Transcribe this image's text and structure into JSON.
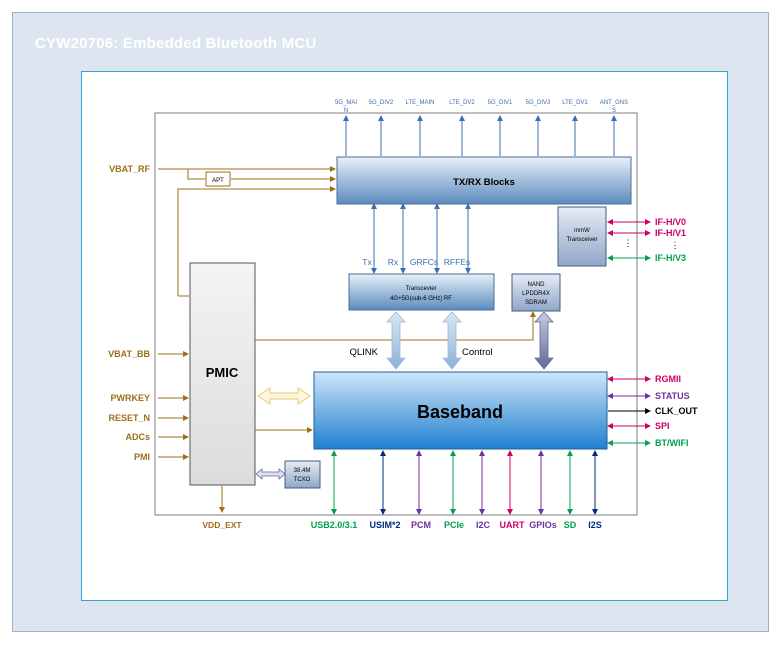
{
  "title": "CYW20706: Embedded Bluetooth MCU",
  "antenna_ports": [
    "5G_MAIN",
    "5G_DIV2",
    "LTE_MAIN",
    "LTE_DV2",
    "5G_DIV1",
    "5G_DIV3",
    "LTE_DV1",
    "ANT_GNSS"
  ],
  "blocks": {
    "txrx": "TX/RX Blocks",
    "apt": "APT",
    "mmw": [
      "mmW",
      "Transceiver"
    ],
    "transceiver": [
      "Transcevier",
      "4G+5G(sub-6 GHz) RF"
    ],
    "nand": [
      "NAND",
      "LPDDR4X",
      "SDRAM"
    ],
    "pmic": "PMIC",
    "baseband": "Baseband",
    "tcxo": [
      "38.4M",
      "TCXO"
    ]
  },
  "rf_signals": [
    "Tx",
    "Rx",
    "GRFCs",
    "RFFEs"
  ],
  "links": {
    "qlink": "QLINK",
    "control": "Control"
  },
  "left_inputs": [
    "VBAT_RF",
    "VBAT_BB",
    "PWRKEY",
    "RESET_N",
    "ADCs",
    "PMI"
  ],
  "vdd_ext": "VDD_EXT",
  "if_ports": [
    "IF-H/V0",
    "IF-H/V1",
    "⋮",
    "IF-H/V3"
  ],
  "right_interfaces": [
    {
      "label": "RGMII",
      "color": "#cc0066"
    },
    {
      "label": "STATUS",
      "color": "#7030a0"
    },
    {
      "label": "CLK_OUT",
      "color": "#000000"
    },
    {
      "label": "SPI",
      "color": "#cc0066"
    },
    {
      "label": "BT/WIFI",
      "color": "#00a050"
    }
  ],
  "bottom_interfaces": [
    {
      "label": "USB2.0/3.1",
      "color": "#00a050"
    },
    {
      "label": "USIM*2",
      "color": "#002a7a"
    },
    {
      "label": "PCM",
      "color": "#7030a0"
    },
    {
      "label": "PCIe",
      "color": "#00a050"
    },
    {
      "label": "I2C",
      "color": "#7030a0"
    },
    {
      "label": "UART",
      "color": "#cc0066"
    },
    {
      "label": "GPIOs",
      "color": "#7030a0"
    },
    {
      "label": "SD",
      "color": "#00a050"
    },
    {
      "label": "I2S",
      "color": "#002a7a"
    }
  ],
  "colors": {
    "power": "#9c6f1a",
    "block_text": "#000000",
    "frame_border": "#29a9e0",
    "antenna_line": "#3b6fb0",
    "ports_text": "#3b6fb0",
    "if_text": "#cc0066",
    "if_line": "#cc0066",
    "if3_line": "#00a050"
  },
  "icons": {
    "pmic_baseband_link": "double-arrow",
    "qlink_arrow": "double-arrow",
    "tcxo_arrow": "double-arrow"
  }
}
